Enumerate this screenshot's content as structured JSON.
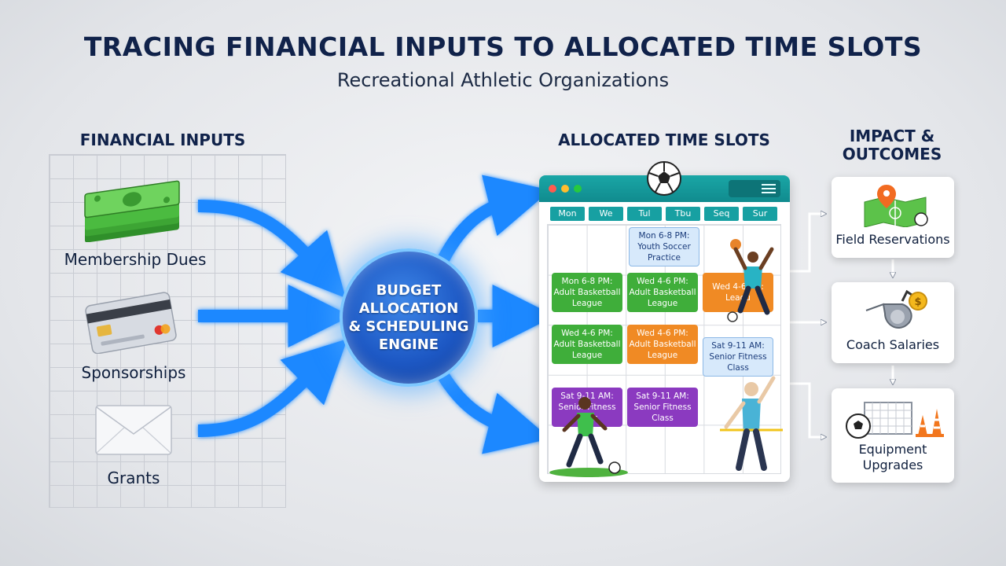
{
  "title": "TRACING FINANCIAL INPUTS TO ALLOCATED TIME SLOTS",
  "subtitle": "Recreational Athletic Organizations",
  "sections": {
    "inputs": "FINANCIAL INPUTS",
    "slots": "ALLOCATED TIME SLOTS",
    "impact": "IMPACT &\nOUTCOMES"
  },
  "inputs": [
    {
      "label": "Membership Dues",
      "icon": "cash-stack-icon"
    },
    {
      "label": "Sponsorships",
      "icon": "credit-card-icon"
    },
    {
      "label": "Grants",
      "icon": "envelope-icon"
    }
  ],
  "engine": {
    "label": "BUDGET\nALLOCATION\n& SCHEDULING\nENGINE"
  },
  "calendar": {
    "days": [
      "Mon",
      "We",
      "Tul",
      "Tbu",
      "Seq",
      "Sur"
    ],
    "events": [
      {
        "text": "Mon 6-8 PM:\nYouth Soccer\nPractice",
        "color": "light"
      },
      {
        "text": "Mon 6-8 PM:\nAdult Basketball\nLeague",
        "color": "green"
      },
      {
        "text": "Wed 4-6 PM:\nAdult Basketball\nLeague",
        "color": "green"
      },
      {
        "text": "Wed 4-6 PM:\nLeagu",
        "color": "orange"
      },
      {
        "text": "Wed 4-6 PM:\nAdult Basketball\nLeague",
        "color": "green"
      },
      {
        "text": "Wed 4-6 PM:\nAdult Basketball\nLeague",
        "color": "orange"
      },
      {
        "text": "Sat 9-11 AM:\nSenior Fitness\nClass",
        "color": "light"
      },
      {
        "text": "Sat 9-11 AM:\nSenior Fitness\nClass",
        "color": "purple"
      },
      {
        "text": "Sat 9-11 AM:\nSenior Fitness\nClass",
        "color": "purple"
      }
    ]
  },
  "outcomes": [
    {
      "label": "Field Reservations",
      "icon": "map-pin-field-icon"
    },
    {
      "label": "Coach Salaries",
      "icon": "whistle-coin-icon"
    },
    {
      "label": "Equipment\nUpgrades",
      "icon": "soccer-goal-cones-icon"
    }
  ],
  "colors": {
    "title": "#10224a",
    "flow": "#1e88ff",
    "engine": "#1d58c4",
    "calendar_bar": "#1aa6a6",
    "event_green": "#3fae3a",
    "event_orange": "#f08a24",
    "event_purple": "#8b3ac0",
    "event_light": "#d7e9fb"
  }
}
